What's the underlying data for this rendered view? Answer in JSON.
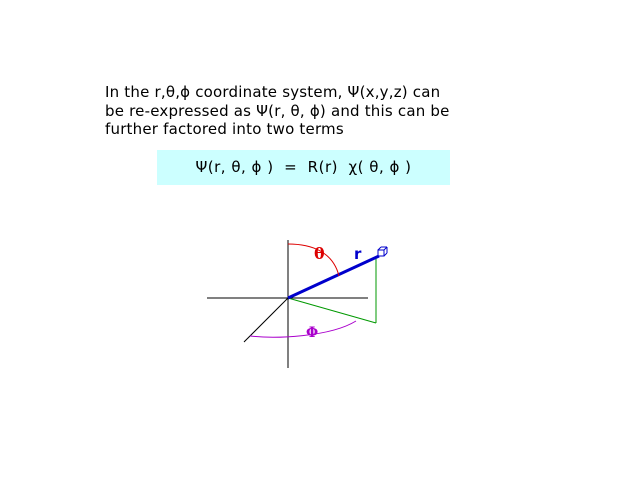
{
  "intro": {
    "line1": "In the r,θ,ϕ  coordinate system,  Ψ(x,y,z) can",
    "line2": "be re-expressed as Ψ(r, θ, ϕ) and this can be",
    "line3": "further factored into two terms"
  },
  "equation": "Ψ(r, θ, ϕ )  =  R(r)  χ( θ, ϕ )",
  "diagram": {
    "theta_label": "θ",
    "r_label": "r",
    "phi_label": "Φ",
    "colors": {
      "axes": "#000000",
      "radius": "#0000cc",
      "projection": "#009900",
      "theta": "#dd0000",
      "phi": "#aa00cc"
    }
  }
}
